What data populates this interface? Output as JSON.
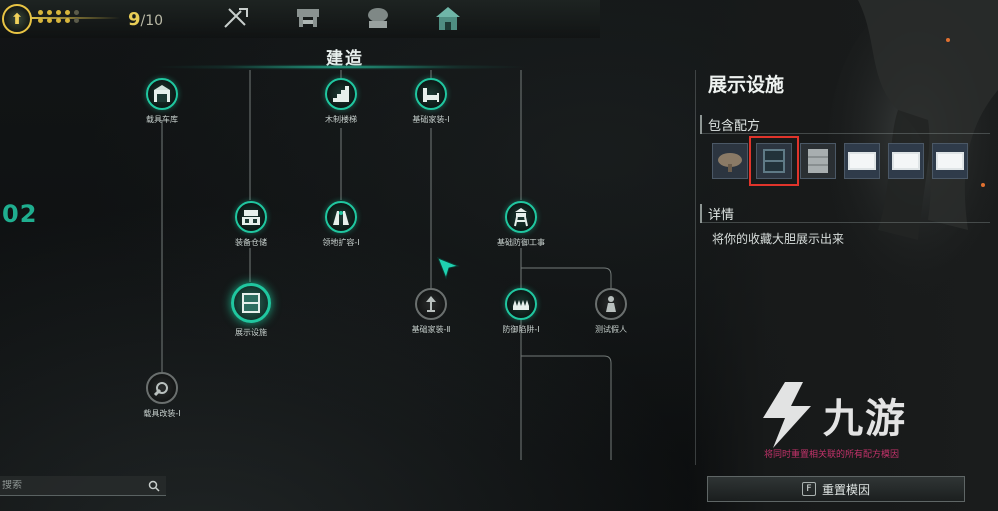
{
  "top_bar": {
    "level_icon": "level-up-arrow-icon",
    "points_current": "9",
    "points_max": "/10",
    "tabs": [
      {
        "name": "tab-weapons",
        "icon": "weapons-icon"
      },
      {
        "name": "tab-crafting",
        "icon": "crafting-bench-icon"
      },
      {
        "name": "tab-farming",
        "icon": "farming-icon"
      },
      {
        "name": "tab-building",
        "icon": "house-icon"
      }
    ]
  },
  "tree": {
    "section_title": "建造",
    "row_number": "02",
    "nodes": [
      {
        "id": "vehicle-garage",
        "label": "载具车库",
        "state": "unlocked"
      },
      {
        "id": "wooden-stairs",
        "label": "木制楼梯",
        "state": "unlocked"
      },
      {
        "id": "basic-furniture-1",
        "label": "基础家装-Ⅰ",
        "state": "unlocked"
      },
      {
        "id": "equipment-warehouse",
        "label": "装备仓储",
        "state": "unlocked"
      },
      {
        "id": "territory-expansion-1",
        "label": "领地扩容-Ⅰ",
        "state": "unlocked"
      },
      {
        "id": "basic-defense",
        "label": "基础防御工事",
        "state": "unlocked"
      },
      {
        "id": "display-facility",
        "label": "展示设施",
        "state": "selected"
      },
      {
        "id": "basic-furniture-2",
        "label": "基础家装-Ⅱ",
        "state": "locked"
      },
      {
        "id": "defense-trap-1",
        "label": "防御陷阱-Ⅰ",
        "state": "unlocked"
      },
      {
        "id": "test-dummy",
        "label": "测试假人",
        "state": "locked"
      },
      {
        "id": "vehicle-mod-1",
        "label": "载具改装-Ⅰ",
        "state": "locked"
      }
    ]
  },
  "search": {
    "placeholder": "搜索"
  },
  "panel": {
    "title": "展示设施",
    "recipes_heading": "包含配方",
    "recipes": [
      {
        "name": "recipe-round-table",
        "selected": false
      },
      {
        "name": "recipe-display-cabinet",
        "selected": true
      },
      {
        "name": "recipe-shelf",
        "selected": false
      },
      {
        "name": "recipe-frame-1",
        "selected": false
      },
      {
        "name": "recipe-frame-2",
        "selected": false
      },
      {
        "name": "recipe-frame-3",
        "selected": false
      }
    ],
    "details_heading": "详情",
    "description": "将你的收藏大胆展示出来",
    "warning": "将同时重置相关联的所有配方模因",
    "reset_key": "F",
    "reset_label": "重置模因"
  },
  "watermark": {
    "text": "九游"
  },
  "colors": {
    "accent": "#20c7a0",
    "gold": "#e8c444",
    "selection": "#e0342b",
    "warning": "#c2326a"
  }
}
